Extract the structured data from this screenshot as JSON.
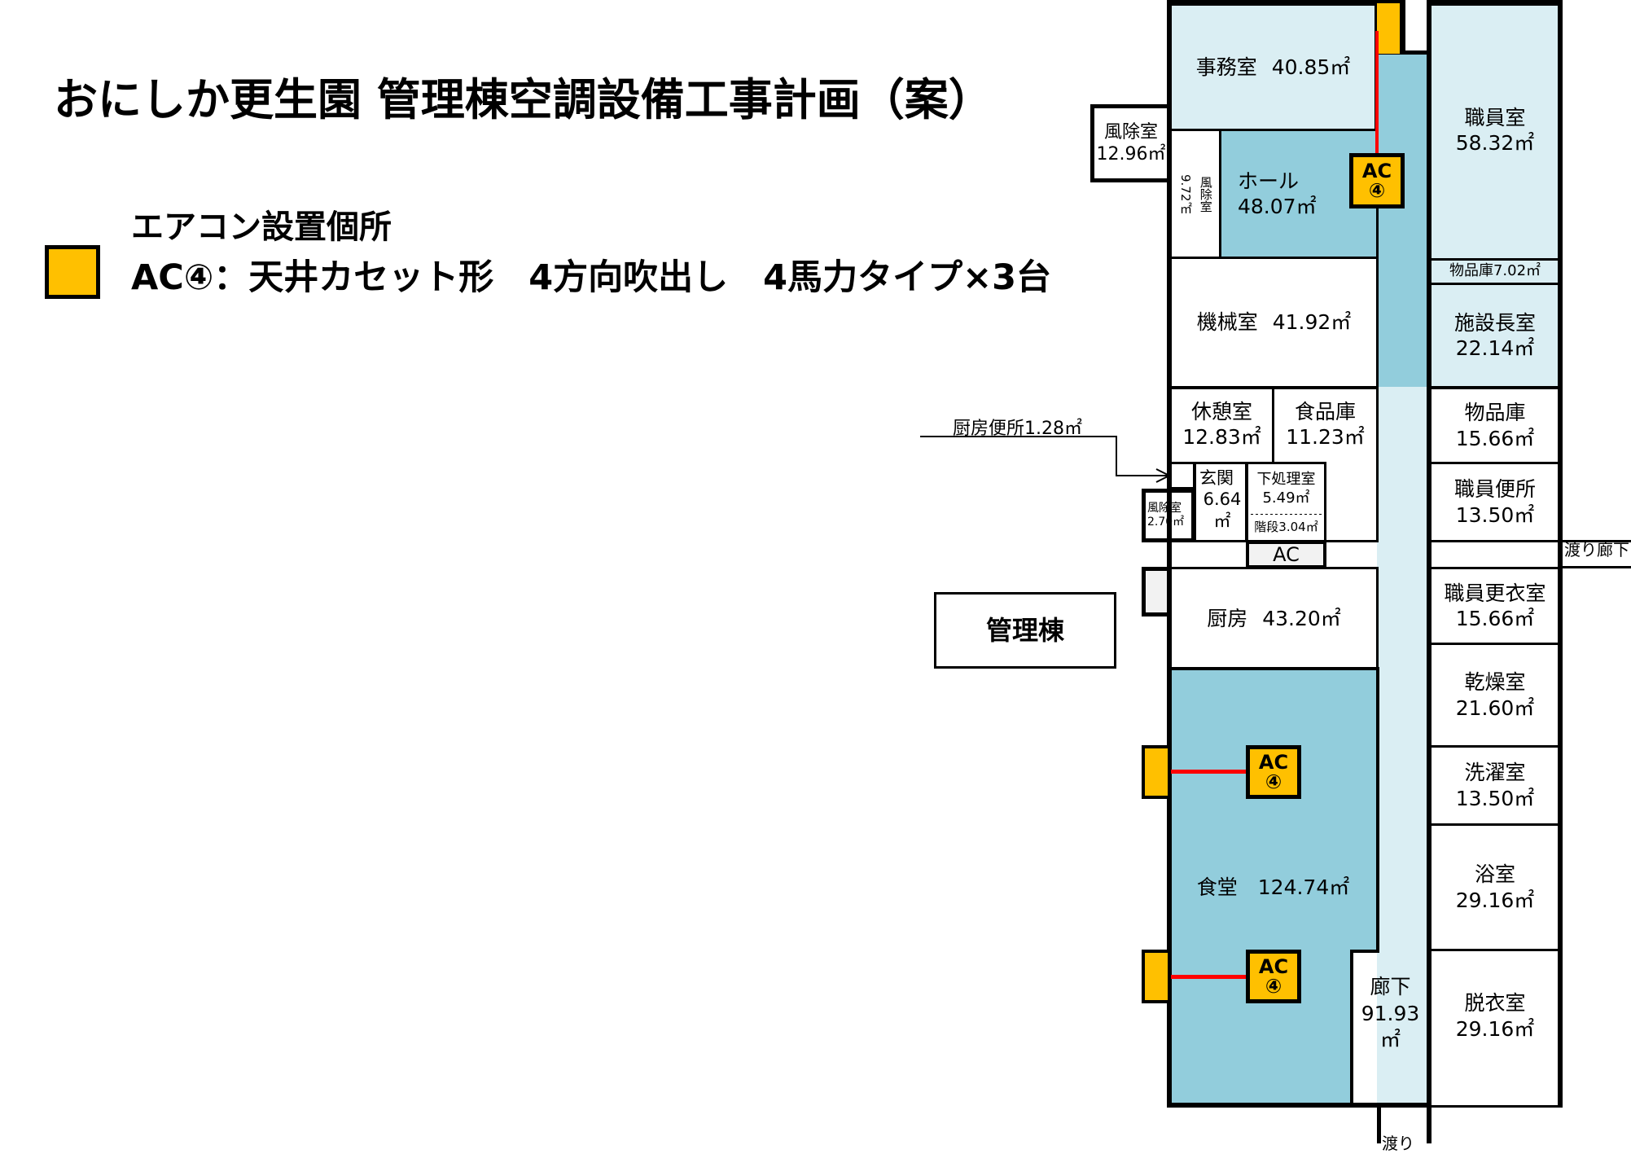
{
  "title": "おにしか更生園 管理棟空調設備工事計画（案）",
  "legend": {
    "heading": "エアコン設置個所",
    "item": "AC④：天井カセット形　4方向吹出し　4馬力タイプ×3台",
    "swatch_color": "#ffc000"
  },
  "building_label": "管理棟",
  "ac_unit": {
    "line1": "AC",
    "line2": "④"
  },
  "ac_label_small": "AC",
  "rooms": {
    "jimu": {
      "name": "事務室",
      "area": "40.85㎡"
    },
    "fujo1": {
      "name": "風除室",
      "area": "12.96㎡"
    },
    "fujo2": {
      "name": "風除室",
      "area": "9.72㎡"
    },
    "hall": {
      "name": "ホール",
      "area": "48.07㎡"
    },
    "kikai": {
      "name": "機械室",
      "area": "41.92㎡"
    },
    "kyukei": {
      "name": "休憩室",
      "area": "12.83㎡"
    },
    "shokuhin": {
      "name": "食品庫",
      "area": "11.23㎡"
    },
    "chubo_benjo": {
      "label": "厨房便所1.28㎡"
    },
    "fujo3": {
      "name": "風除室",
      "area": "2.70㎡"
    },
    "genkan": {
      "name": "玄関",
      "area": "6.64㎡"
    },
    "shitashori": {
      "name": "下処理室",
      "area": "5.49㎡"
    },
    "kaidan": {
      "label": "階段3.04㎡"
    },
    "chubo": {
      "name": "厨房",
      "area": "43.20㎡"
    },
    "shokudo": {
      "name": "食堂",
      "area": "124.74㎡"
    },
    "roka": {
      "name": "廊下",
      "area": "91.93㎡"
    },
    "shokuin": {
      "name": "職員室",
      "area": "58.32㎡"
    },
    "buppin_small": {
      "label": "物品庫7.02㎡"
    },
    "shisetsucho": {
      "name": "施設長室",
      "area": "22.14㎡"
    },
    "buppin": {
      "name": "物品庫",
      "area": "15.66㎡"
    },
    "shokuin_benjo": {
      "name": "職員便所",
      "area": "13.50㎡"
    },
    "watari_right": {
      "label": "渡り廊下"
    },
    "koui": {
      "name": "職員更衣室",
      "area": "15.66㎡"
    },
    "kanso": {
      "name": "乾燥室",
      "area": "21.60㎡"
    },
    "sentaku": {
      "name": "洗濯室",
      "area": "13.50㎡"
    },
    "yoku": {
      "name": "浴室",
      "area": "29.16㎡"
    },
    "datsui": {
      "name": "脱衣室",
      "area": "29.16㎡"
    },
    "watari_bottom": {
      "label": "渡り"
    }
  },
  "colors": {
    "hvac_room": "#92cddc",
    "room": "#daeef3",
    "ac": "#ffc000",
    "pipe": "#ff0000"
  }
}
